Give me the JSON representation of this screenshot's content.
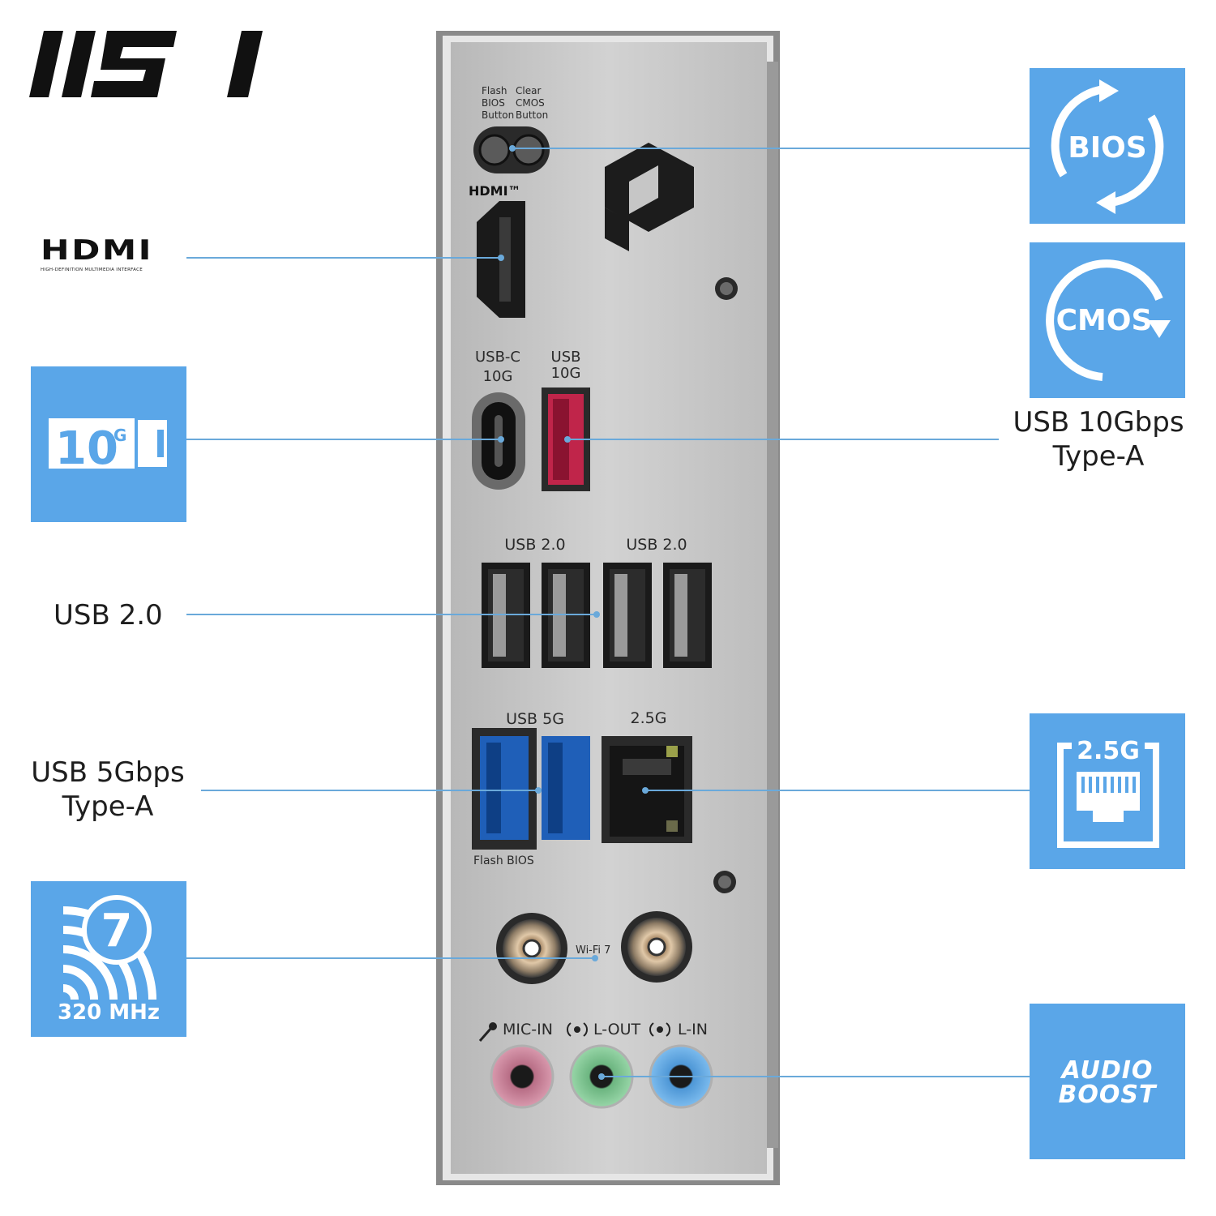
{
  "brand": {
    "logo_text": "MSI"
  },
  "hdmi_logo": {
    "text": "HDMI",
    "tagline": "HIGH-DEFINITION MULTIMEDIA INTERFACE"
  },
  "left_callouts": {
    "usb2": "USB 2.0",
    "usb5_line1": "USB 5Gbps",
    "usb5_line2": "Type-A"
  },
  "right_callouts": {
    "usb10_line1": "USB 10Gbps",
    "usb10_line2": "Type-A"
  },
  "tiles": {
    "bios": "BIOS",
    "cmos": "CMOS",
    "usb10g_num": "10",
    "usb10g_sup": "G",
    "lan": "2.5G",
    "wifi_num": "7",
    "wifi_band": "320 MHz",
    "audio_line1": "AUDIO",
    "audio_line2": "BOOST"
  },
  "io_panel": {
    "flash_bios": [
      "Flash",
      "BIOS",
      "Button"
    ],
    "clear_cmos": [
      "Clear",
      "CMOS",
      "Button"
    ],
    "hdmi": "HDMI™",
    "usb_c": [
      "USB-C",
      "10G"
    ],
    "usb_a": [
      "USB",
      "10G"
    ],
    "usb2_left": "USB 2.0",
    "usb2_right": "USB 2.0",
    "usb5g": "USB 5G",
    "lan": "2.5G",
    "flash_bios_port": "Flash BIOS",
    "wifi": "Wi-Fi 7",
    "mic_in": "MIC-IN",
    "line_out": "L-OUT",
    "line_in": "L-IN"
  },
  "colors": {
    "tile_blue": "#5aa6e8",
    "leader_line": "#6aa9da",
    "plate": "#c4c4c4",
    "usb_red": "#c0254a",
    "usb_blue": "#1f5fb8",
    "audio_pink": "#d68ea6",
    "audio_green": "#8fcf9e",
    "audio_blue": "#6db0e8"
  }
}
